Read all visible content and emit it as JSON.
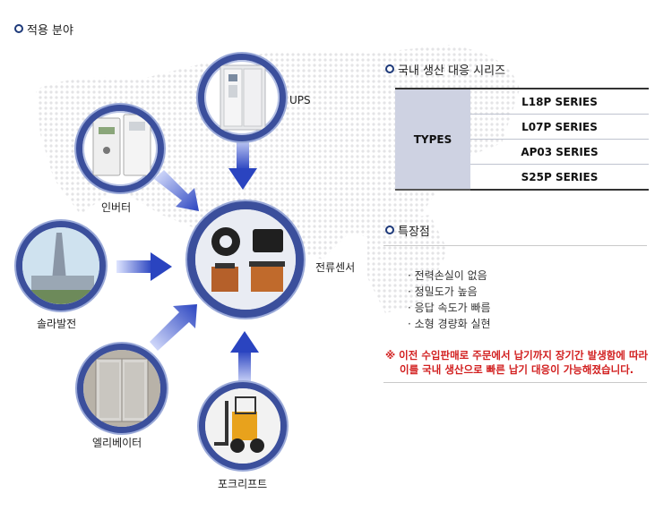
{
  "application": {
    "title": "적용 분야",
    "items": [
      {
        "key": "ups",
        "label": "UPS"
      },
      {
        "key": "inverter",
        "label": "인버터"
      },
      {
        "key": "solar",
        "label": "솔라발전"
      },
      {
        "key": "sensor",
        "label": "전류센서"
      },
      {
        "key": "elevator",
        "label": "엘리베이터"
      },
      {
        "key": "forklift",
        "label": "포크리프트"
      }
    ]
  },
  "production": {
    "title": "국내 생산 대응 시리즈",
    "types_header": "TYPES",
    "series": [
      "L18P SERIES",
      "L07P SERIES",
      "AP03 SERIES",
      "S25P SERIES"
    ]
  },
  "features": {
    "title": "특장점",
    "items": [
      "· 전력손실이 없음",
      "· 정밀도가 높음",
      "· 응답 속도가 빠름",
      "· 소형 경량화 실현"
    ]
  },
  "note": {
    "line1": "※ 이전 수입판매로 주문에서 납기까지 장기간 발생함에 따라",
    "line2": "이를 국내 생산으로 빠른 납기 대응이 가능해졌습니다."
  },
  "colors": {
    "accent": "#3b4f9c",
    "arrow": "#3a55c8",
    "note": "#d22020",
    "table_head": "#ced2e2"
  }
}
